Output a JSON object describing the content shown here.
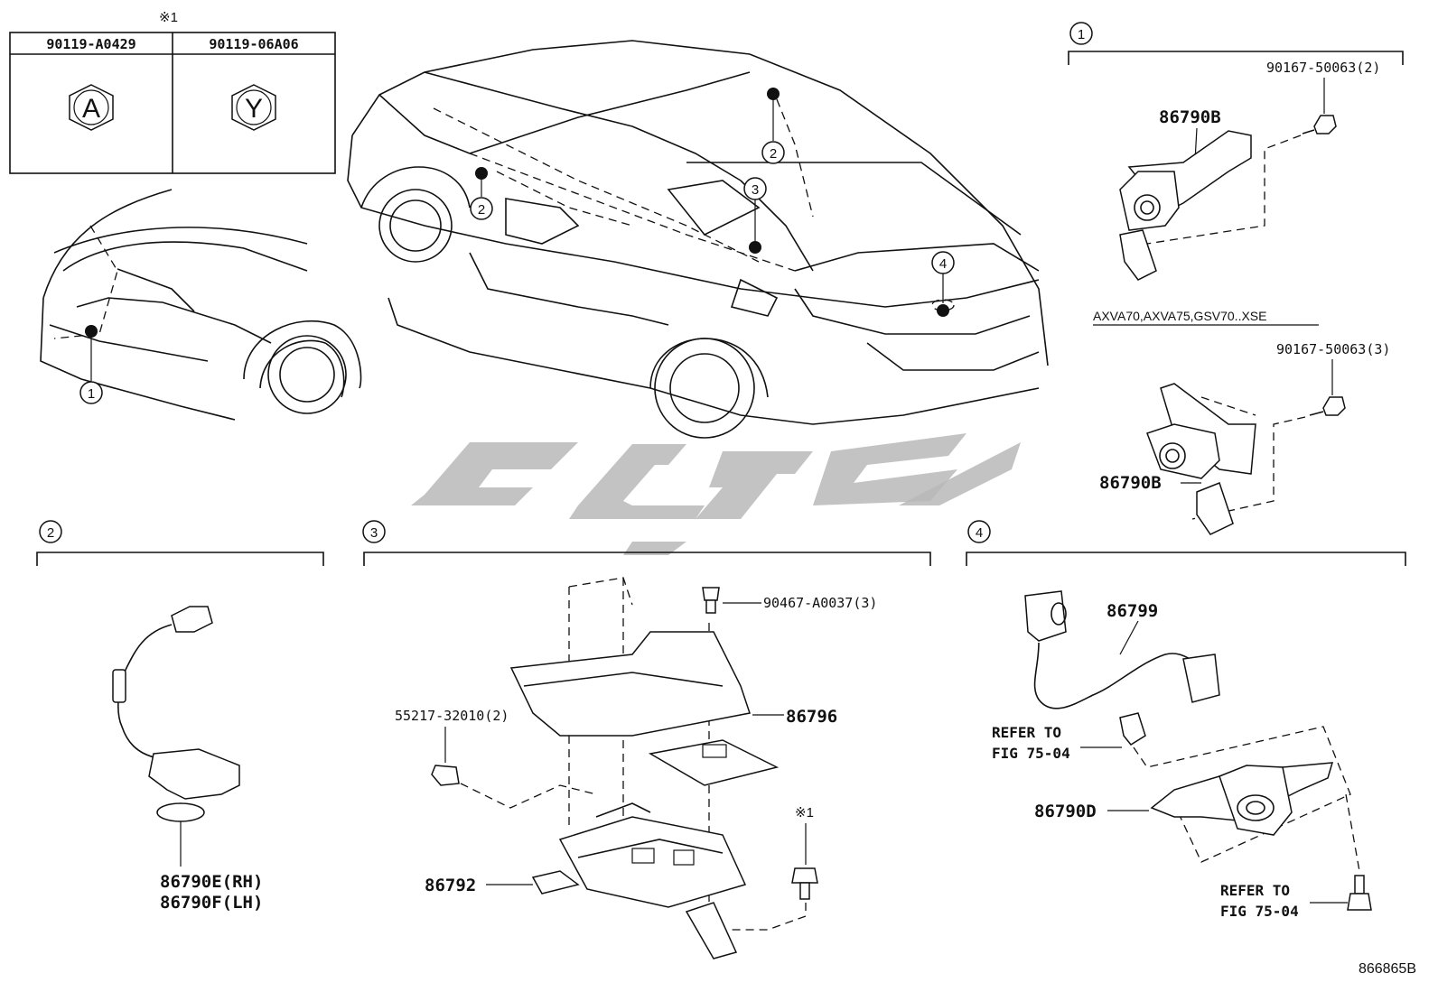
{
  "fastener_table": {
    "note_mark": "※1",
    "col1": {
      "part_no": "90119-A0429",
      "symbol": "A"
    },
    "col2": {
      "part_no": "90119-06A06",
      "symbol": "Y"
    }
  },
  "locations": [
    "1",
    "2",
    "2",
    "3",
    "4"
  ],
  "section1": {
    "number": "1",
    "upper": {
      "part": "86790B",
      "fastener": "90167-50063(2)"
    },
    "variant_note": "AXVA70,AXVA75,GSV70..XSE",
    "lower": {
      "part": "86790B",
      "fastener": "90167-50063(3)"
    }
  },
  "section2": {
    "number": "2",
    "part_rh": "86790E(RH)",
    "part_lh": "86790F(LH)"
  },
  "section3": {
    "number": "3",
    "clip": "90467-A0037(3)",
    "cover": "86796",
    "clamp": "55217-32010(2)",
    "bolt_mark": "※1",
    "module": "86792"
  },
  "section4": {
    "number": "4",
    "harness": "86799",
    "refer1_line1": "REFER TO",
    "refer1_line2": "FIG 75-04",
    "camera": "86790D",
    "refer2_line1": "REFER TO",
    "refer2_line2": "FIG 75-04"
  },
  "figure_id": "866865B"
}
